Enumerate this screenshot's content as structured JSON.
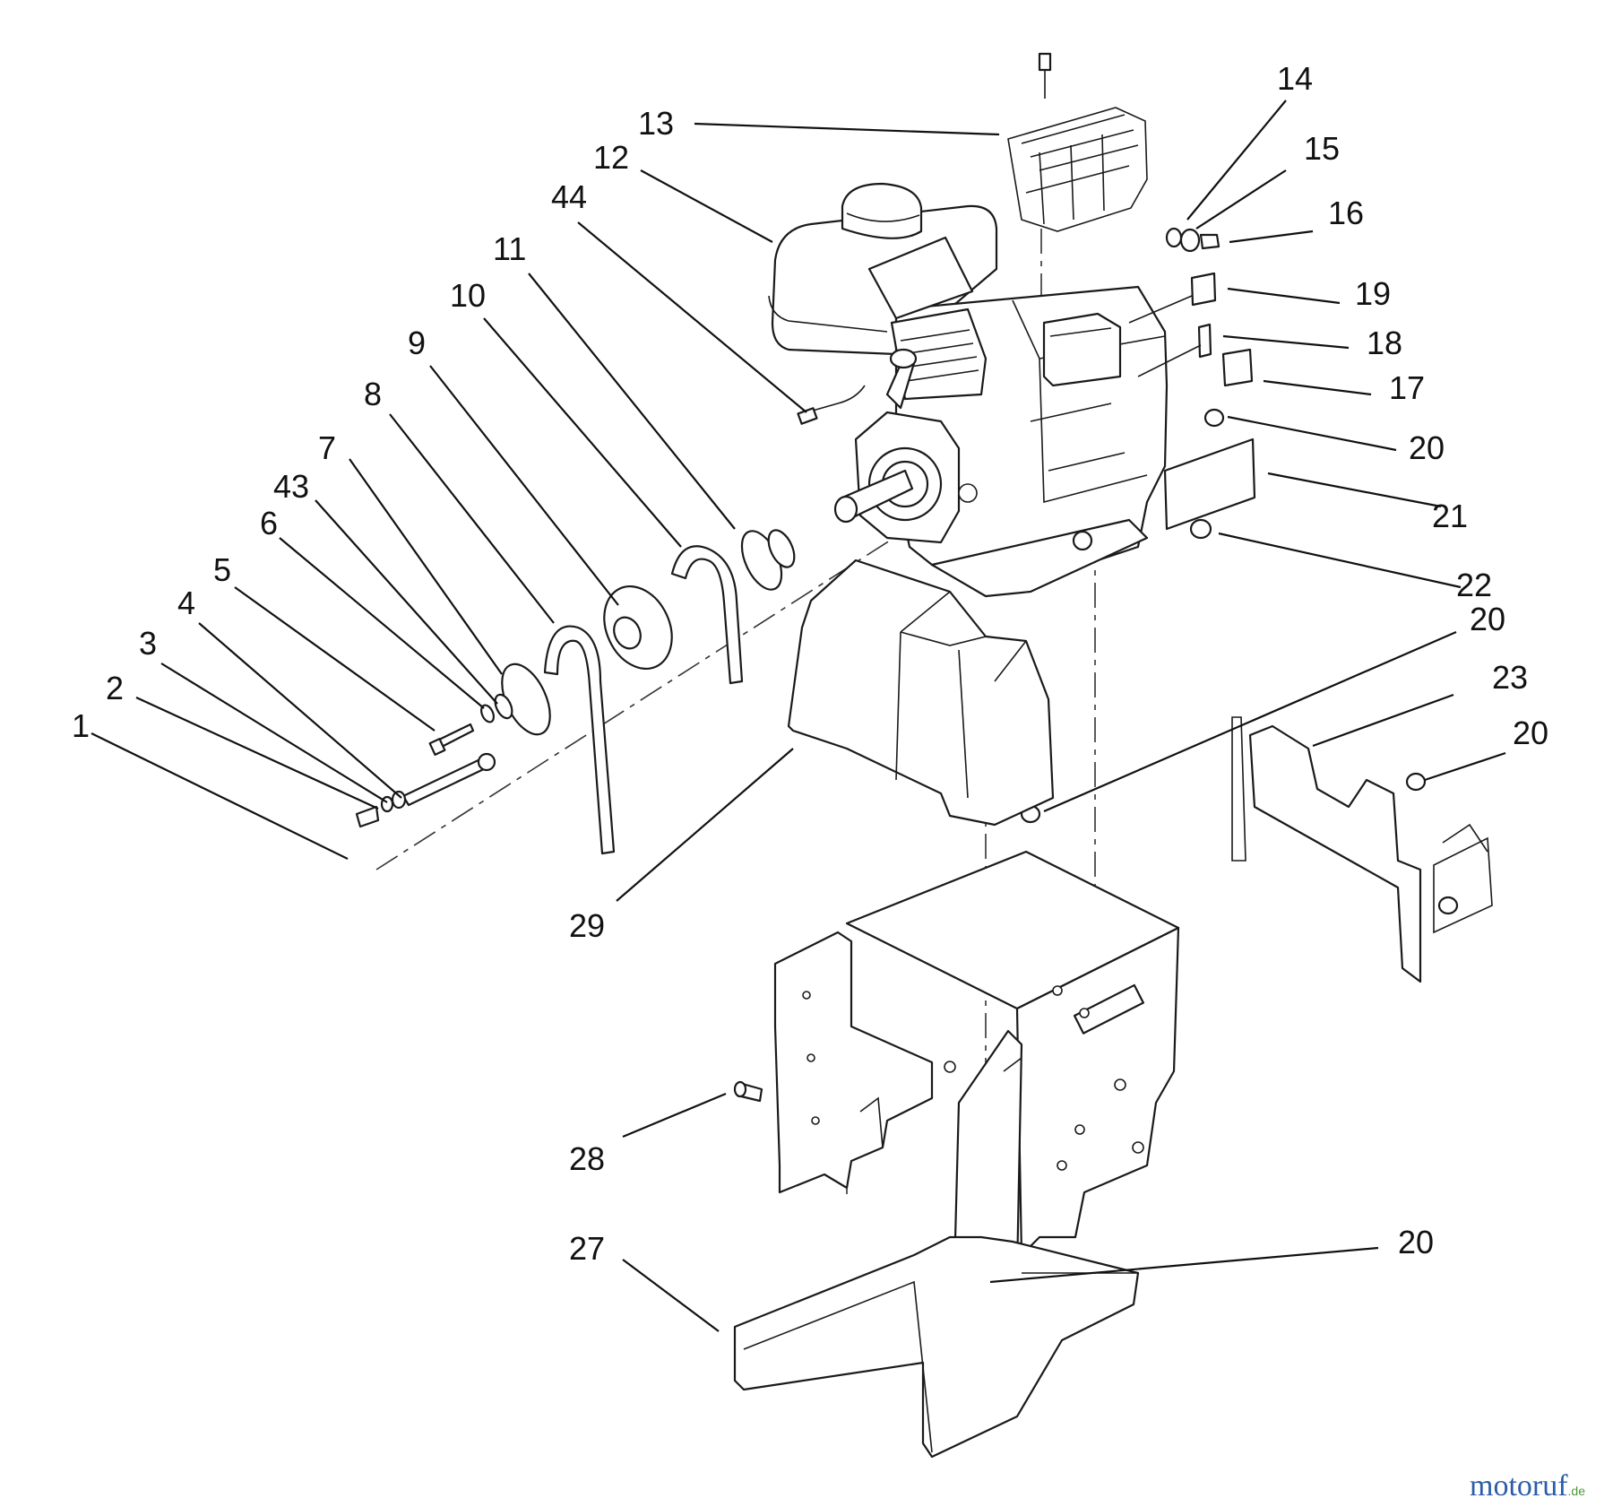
{
  "callouts": {
    "c1": "1",
    "c2": "2",
    "c3": "3",
    "c4": "4",
    "c5": "5",
    "c6": "6",
    "c7": "7",
    "c8": "8",
    "c9": "9",
    "c10": "10",
    "c11": "11",
    "c12": "12",
    "c13": "13",
    "c14": "14",
    "c15": "15",
    "c16": "16",
    "c17": "17",
    "c18": "18",
    "c19": "19",
    "c20a": "20",
    "c20b": "20",
    "c20c": "20",
    "c20d": "20",
    "c21": "21",
    "c22": "22",
    "c23": "23",
    "c27": "27",
    "c28": "28",
    "c29": "29",
    "c43": "43",
    "c44": "44"
  },
  "watermark": {
    "brand": "motoruf",
    "tld": ".de"
  },
  "colors": {
    "line": "#1a1a1a",
    "brand_blue": "#2b5da8",
    "brand_green": "#4a9a3a"
  }
}
